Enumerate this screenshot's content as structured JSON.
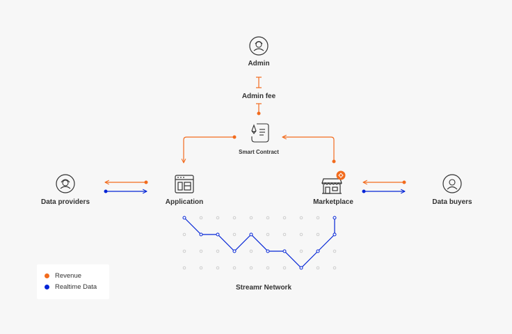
{
  "nodes": {
    "admin": "Admin",
    "admin_fee": "Admin fee",
    "smart_contract": "Smart Contract",
    "data_providers": "Data providers",
    "application": "Application",
    "marketplace": "Marketplace",
    "data_buyers": "Data buyers",
    "network": "Streamr Network"
  },
  "legend": {
    "revenue": "Revenue",
    "realtime": "Realtime Data"
  },
  "colors": {
    "revenue": "#f26b1d",
    "realtime": "#0324d6",
    "text": "#323232",
    "grid_dot": "#c8c8c8"
  },
  "icons": {
    "admin": "person-headset-icon",
    "smart_contract": "contract-scroll-icon",
    "data_providers": "person-headset-icon",
    "application": "app-window-icon",
    "marketplace": "storefront-icon",
    "data_buyers": "person-icon"
  },
  "network_path": {
    "columns": 10,
    "rows": 4,
    "levels": [
      0,
      1,
      1,
      2,
      1,
      2,
      2,
      3,
      2,
      1,
      0
    ]
  }
}
